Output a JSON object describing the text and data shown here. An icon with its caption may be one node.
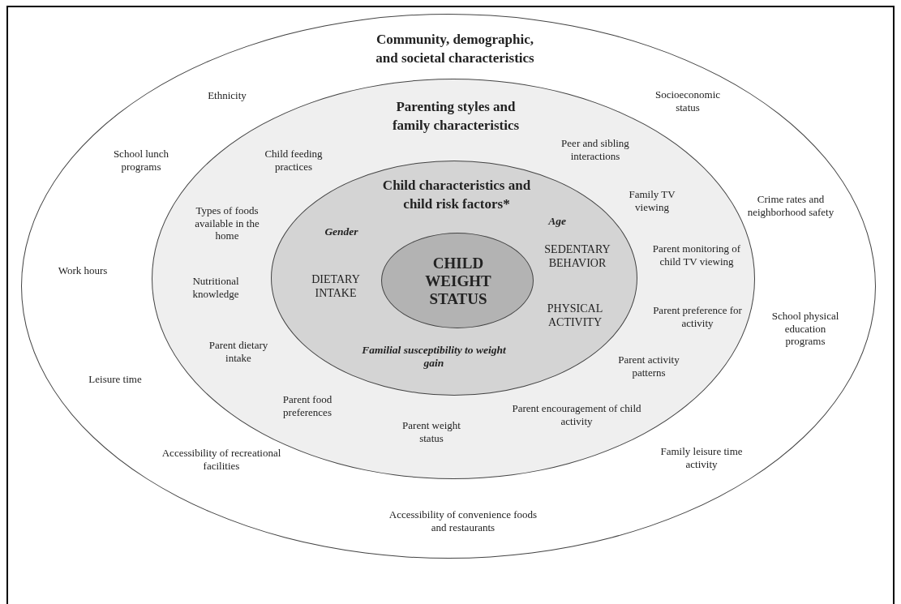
{
  "diagram": {
    "nodes": [
      {
        "text": [
          "Community, demographic, and societal characteristics"
        ]
      },
      {
        "text": [
          "Parenting styles and family characteristics"
        ],
        "in": 0
      },
      {
        "text": [
          "Child characteristics and child risk factors*"
        ],
        "in": 1
      },
      {
        "text": [
          "CHILD WEIGHT STATUS"
        ],
        "in": 2
      }
    ],
    "labels": [
      "Ethnicity",
      "Socioeconomic status",
      "Peer and sibling interactions",
      "School lunch programs",
      "Child feeding practices",
      "Family TV viewing",
      "Crime rates and neighborhood safety",
      "Age",
      "Types of foods available in the home",
      "Gender",
      "Parent monitoring of child TV viewing",
      "SEDENTARY BEHAVIOR",
      "Work hours",
      "DIETARY INTAKE",
      "Nutritional knowledge",
      "PHYSICAL ACTIVITY",
      "Parent preference for activity",
      "School physical education programs",
      "Parent dietary intake",
      "Familial susceptibility to weight gain",
      "Parent activity patterns",
      "Leisure time",
      "Parent food preferences",
      "Parent encouragement of child activity",
      "Parent weight status",
      "Family leisure time activity",
      "Accessibility of recreational facilities",
      "Accessibility of convenience foods and restaurants"
    ]
  }
}
